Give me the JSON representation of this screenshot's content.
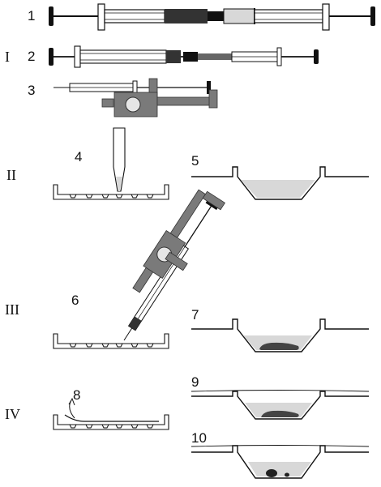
{
  "figure": {
    "sections": [
      {
        "numeral": "I"
      },
      {
        "numeral": "II"
      },
      {
        "numeral": "III"
      },
      {
        "numeral": "IV"
      }
    ],
    "steps": [
      {
        "label": "1"
      },
      {
        "label": "2"
      },
      {
        "label": "3"
      },
      {
        "label": "4"
      },
      {
        "label": "5"
      },
      {
        "label": "6"
      },
      {
        "label": "7"
      },
      {
        "label": "8"
      },
      {
        "label": "9"
      },
      {
        "label": "10"
      }
    ]
  },
  "colors": {
    "ink": "#111111",
    "dark_gray": "#333333",
    "mid_gray": "#7a7a7a",
    "light_gray": "#d8d8d8",
    "pale_gray": "#ececec"
  }
}
